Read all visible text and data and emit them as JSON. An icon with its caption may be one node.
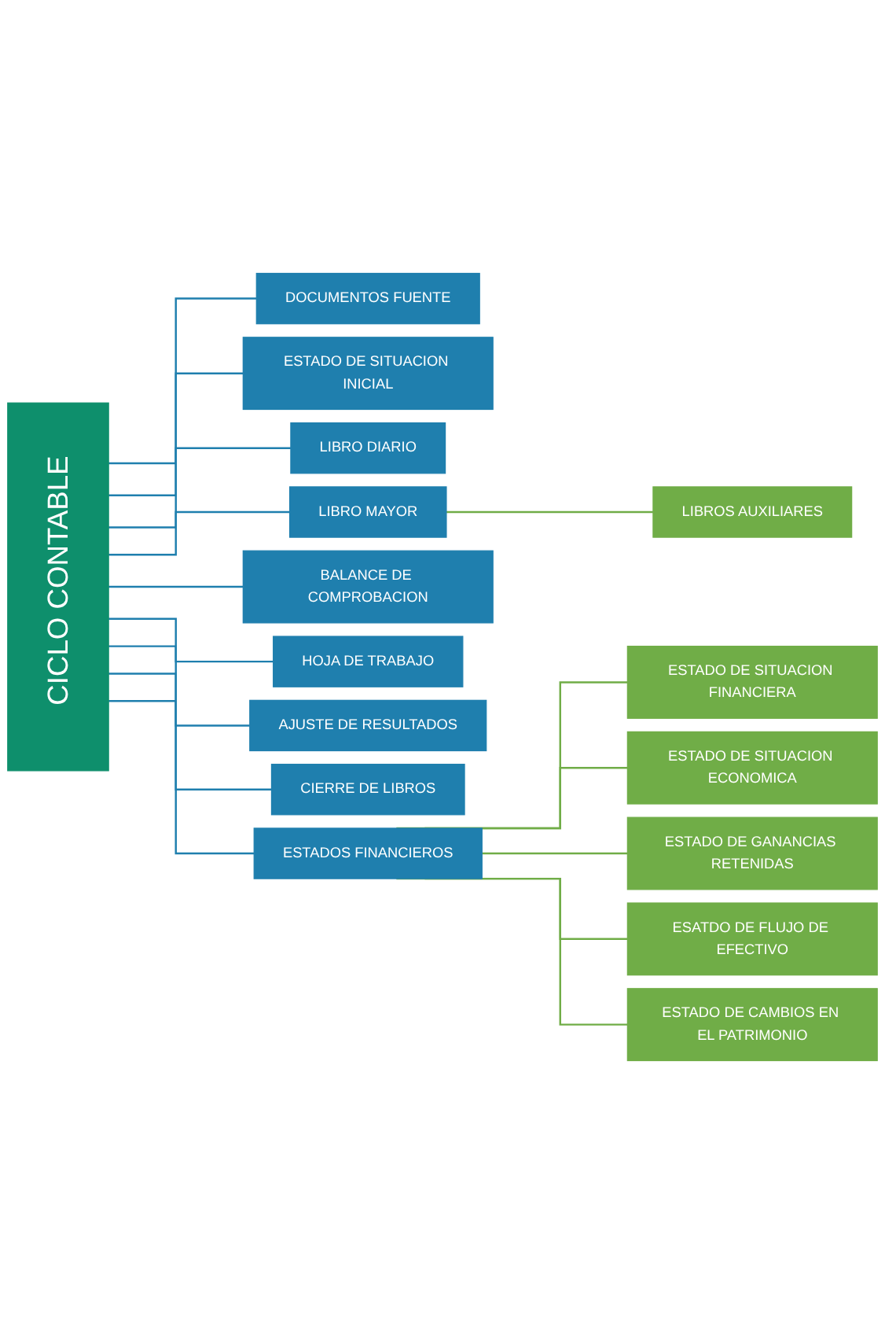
{
  "diagram": {
    "nodes": [
      {
        "text": [
          "CICLO CONTABLE"
        ]
      },
      {
        "text": [
          "DOCUMENTOS FUENTE"
        ]
      },
      {
        "text": [
          "ESTADO DE SITUACION INICIAL"
        ]
      },
      {
        "text": [
          "LIBRO DIARIO"
        ]
      },
      {
        "text": [
          "LIBRO MAYOR"
        ]
      },
      {
        "text": [
          "LIBROS AUXILIARES"
        ]
      },
      {
        "text": [
          "BALANCE DE COMPROBACION"
        ]
      },
      {
        "text": [
          "HOJA DE TRABAJO"
        ]
      },
      {
        "text": [
          "AJUSTE DE RESULTADOS"
        ]
      },
      {
        "text": [
          "CIERRE DE LIBROS"
        ]
      },
      {
        "text": [
          "ESTADOS FINANCIEROS"
        ]
      },
      {
        "text": [
          "ESTADO DE SITUACION FINANCIERA"
        ]
      },
      {
        "text": [
          "ESTADO DE SITUACION ECONOMICA"
        ]
      },
      {
        "text": [
          "ESTADO DE GANANCIAS RETENIDAS"
        ]
      },
      {
        "text": [
          "ESATDO DE FLUJO DE EFECTIVO"
        ]
      },
      {
        "text": [
          "ESTADO DE CAMBIOS EN EL PATRIMONIO"
        ]
      }
    ],
    "edges": [
      {
        "from": 0,
        "to": 1,
        "arrow": "none"
      },
      {
        "from": 0,
        "to": 2,
        "arrow": "none"
      },
      {
        "from": 0,
        "to": 3,
        "arrow": "none"
      },
      {
        "from": 0,
        "to": 4,
        "arrow": "none"
      },
      {
        "from": 4,
        "to": 5,
        "arrow": "none",
        "color": "#70ad47"
      },
      {
        "from": 0,
        "to": 6,
        "arrow": "none"
      },
      {
        "from": 0,
        "to": 7,
        "arrow": "none"
      },
      {
        "from": 0,
        "to": 8,
        "arrow": "none"
      },
      {
        "from": 0,
        "to": 9,
        "arrow": "none"
      },
      {
        "from": 0,
        "to": 10,
        "arrow": "none"
      },
      {
        "from": 10,
        "to": 11,
        "arrow": "none",
        "color": "#70ad47"
      },
      {
        "from": 10,
        "to": 12,
        "arrow": "none",
        "color": "#70ad47"
      },
      {
        "from": 10,
        "to": 13,
        "arrow": "none",
        "color": "#70ad47"
      },
      {
        "from": 10,
        "to": 14,
        "arrow": "none",
        "color": "#70ad47"
      },
      {
        "from": 10,
        "to": 15,
        "arrow": "none",
        "color": "#70ad47"
      }
    ]
  }
}
